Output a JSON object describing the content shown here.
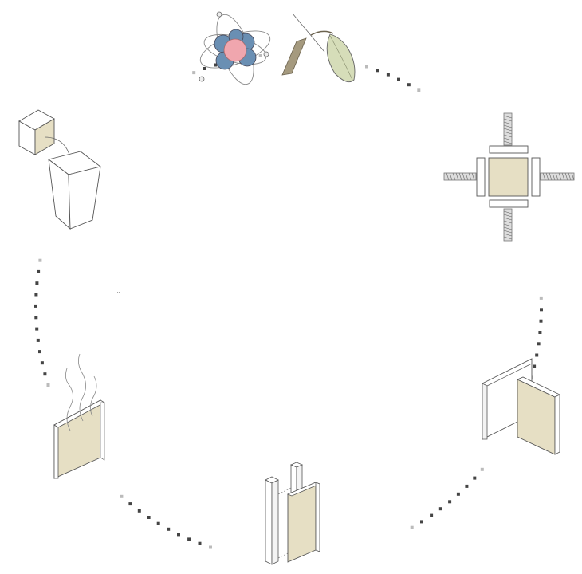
{
  "diagram": {
    "type": "cycle",
    "stage_count": 6,
    "stages": [
      {
        "id": "raw-material",
        "icon": "atom-and-leaf-icon"
      },
      {
        "id": "pressing",
        "icon": "press-plates-icon"
      },
      {
        "id": "panel-installation",
        "icon": "wall-with-panel-icon"
      },
      {
        "id": "wall-assembly",
        "icon": "stud-wall-panel-icon"
      },
      {
        "id": "emissions",
        "icon": "off-gassing-panel-icon"
      },
      {
        "id": "disposal",
        "icon": "bin-disposal-icon"
      }
    ],
    "stray_mark": "¨"
  },
  "colors": {
    "panel_fill": "#e6dfc4",
    "stroke": "#555555",
    "dots": "#444444",
    "dots_faded": "#bbbbbb",
    "atom_blue": "#6a8fb3",
    "atom_pink": "#f0a6ae",
    "leaf_green": "#d6ddb9",
    "stem_brown": "#a59a7f",
    "press_gray": "#777777"
  }
}
